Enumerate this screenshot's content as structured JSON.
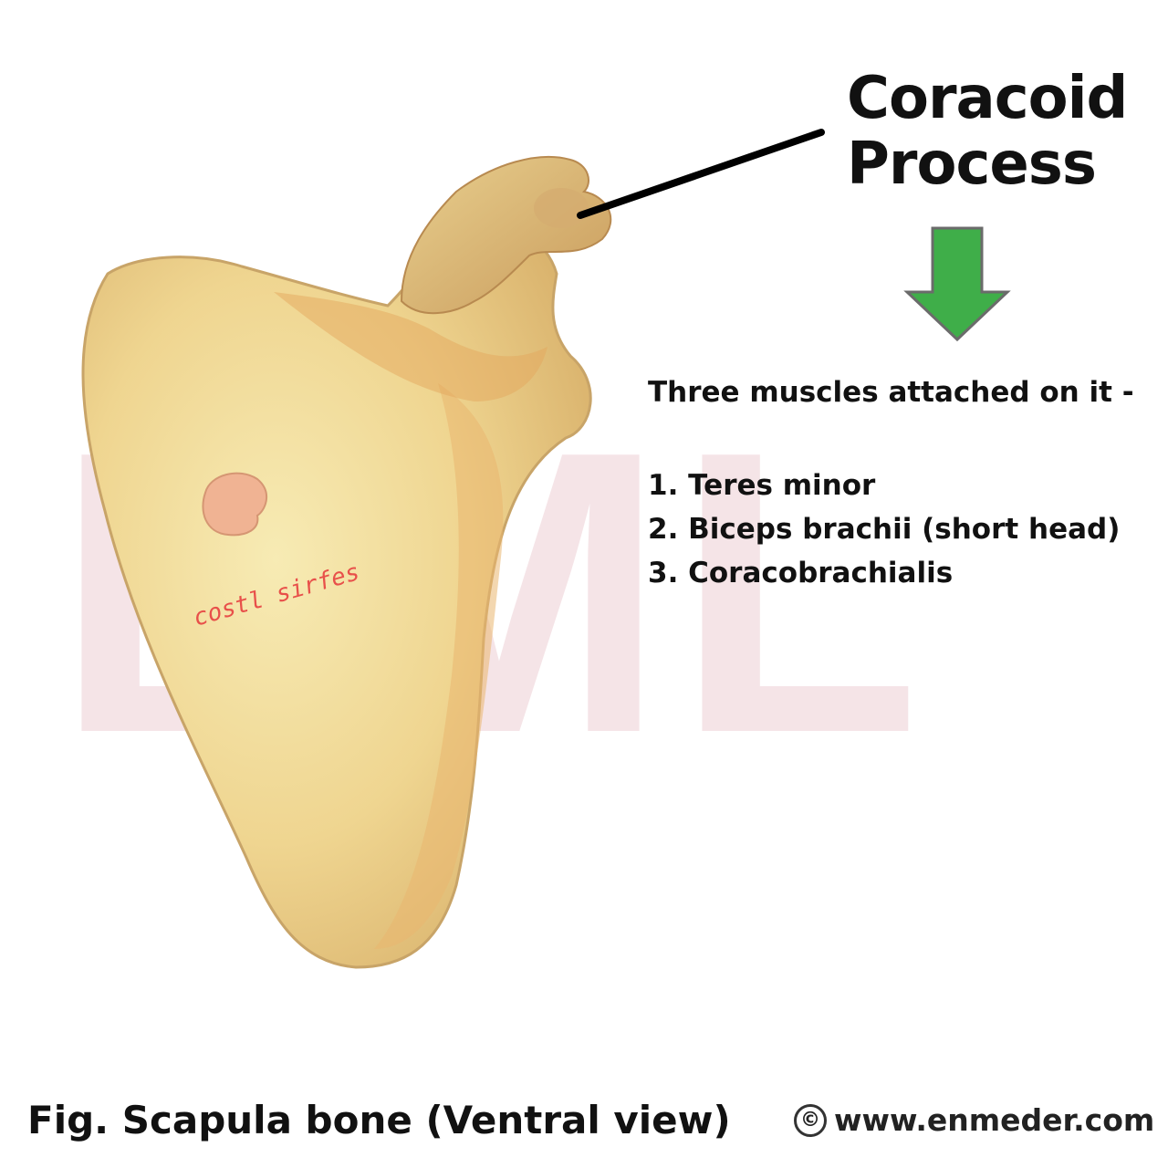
{
  "watermark": "EML",
  "specimen_note": "costl sirfes",
  "label": {
    "line1": "Coracoid",
    "line2": "Process"
  },
  "muscles": {
    "heading": "Three muscles attached on it -",
    "items": [
      "1. Teres minor",
      "2. Biceps brachii (short head)",
      "3. Coracobrachialis"
    ]
  },
  "caption": "Fig. Scapula bone (Ventral view)",
  "copyright": {
    "symbol": "©",
    "site": "www.enmeder.com"
  },
  "colors": {
    "arrow": "#3fae49",
    "bone": "#f2dc98",
    "bone_shadow": "#e3a45e",
    "watermark": "#f0d3d9"
  },
  "icons": {
    "arrow": "down-arrow-icon",
    "copyright": "copyright-icon"
  }
}
